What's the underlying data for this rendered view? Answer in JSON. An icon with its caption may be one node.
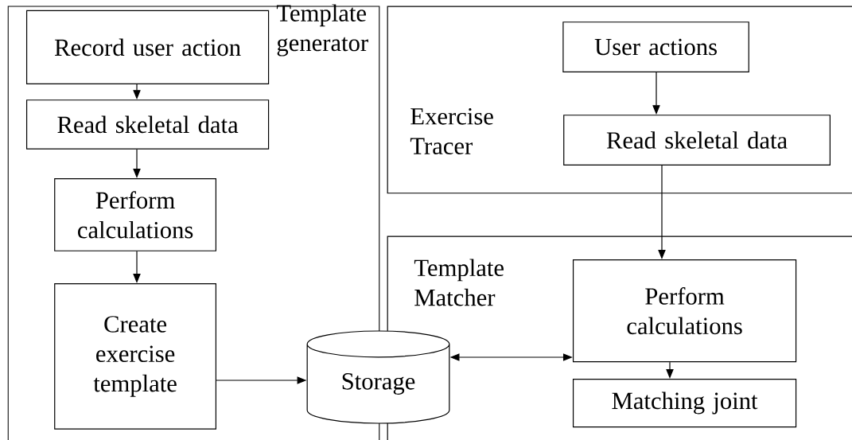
{
  "diagram": {
    "nodes": [
      {
        "text": [
          "Template generator"
        ]
      },
      {
        "text": [
          "Record user action"
        ],
        "in": 0
      },
      {
        "text": [
          "Read skeletal data"
        ],
        "in": 0
      },
      {
        "text": [
          "Perform calculations"
        ],
        "in": 0
      },
      {
        "text": [
          "Create exercise template"
        ],
        "in": 0
      },
      {
        "text": [
          "Exercise Tracer"
        ]
      },
      {
        "text": [
          "User actions"
        ],
        "in": 5
      },
      {
        "text": [
          "Read skeletal data"
        ],
        "in": 5
      },
      {
        "text": [
          "Template Matcher"
        ]
      },
      {
        "text": [
          "Perform calculations"
        ],
        "in": 8
      },
      {
        "text": [
          "Matching joint"
        ],
        "in": 8
      },
      {
        "text": [
          "Storage"
        ]
      }
    ],
    "edges": [
      {
        "from": 1,
        "to": 2,
        "arrow": "to"
      },
      {
        "from": 2,
        "to": 3,
        "arrow": "to"
      },
      {
        "from": 3,
        "to": 4,
        "arrow": "to"
      },
      {
        "from": 4,
        "to": 11,
        "arrow": "to"
      },
      {
        "from": 11,
        "to": 9,
        "arrow": "both"
      },
      {
        "from": 6,
        "to": 7,
        "arrow": "to"
      },
      {
        "from": 7,
        "to": 9,
        "arrow": "to"
      },
      {
        "from": 9,
        "to": 10,
        "arrow": "to"
      }
    ]
  }
}
